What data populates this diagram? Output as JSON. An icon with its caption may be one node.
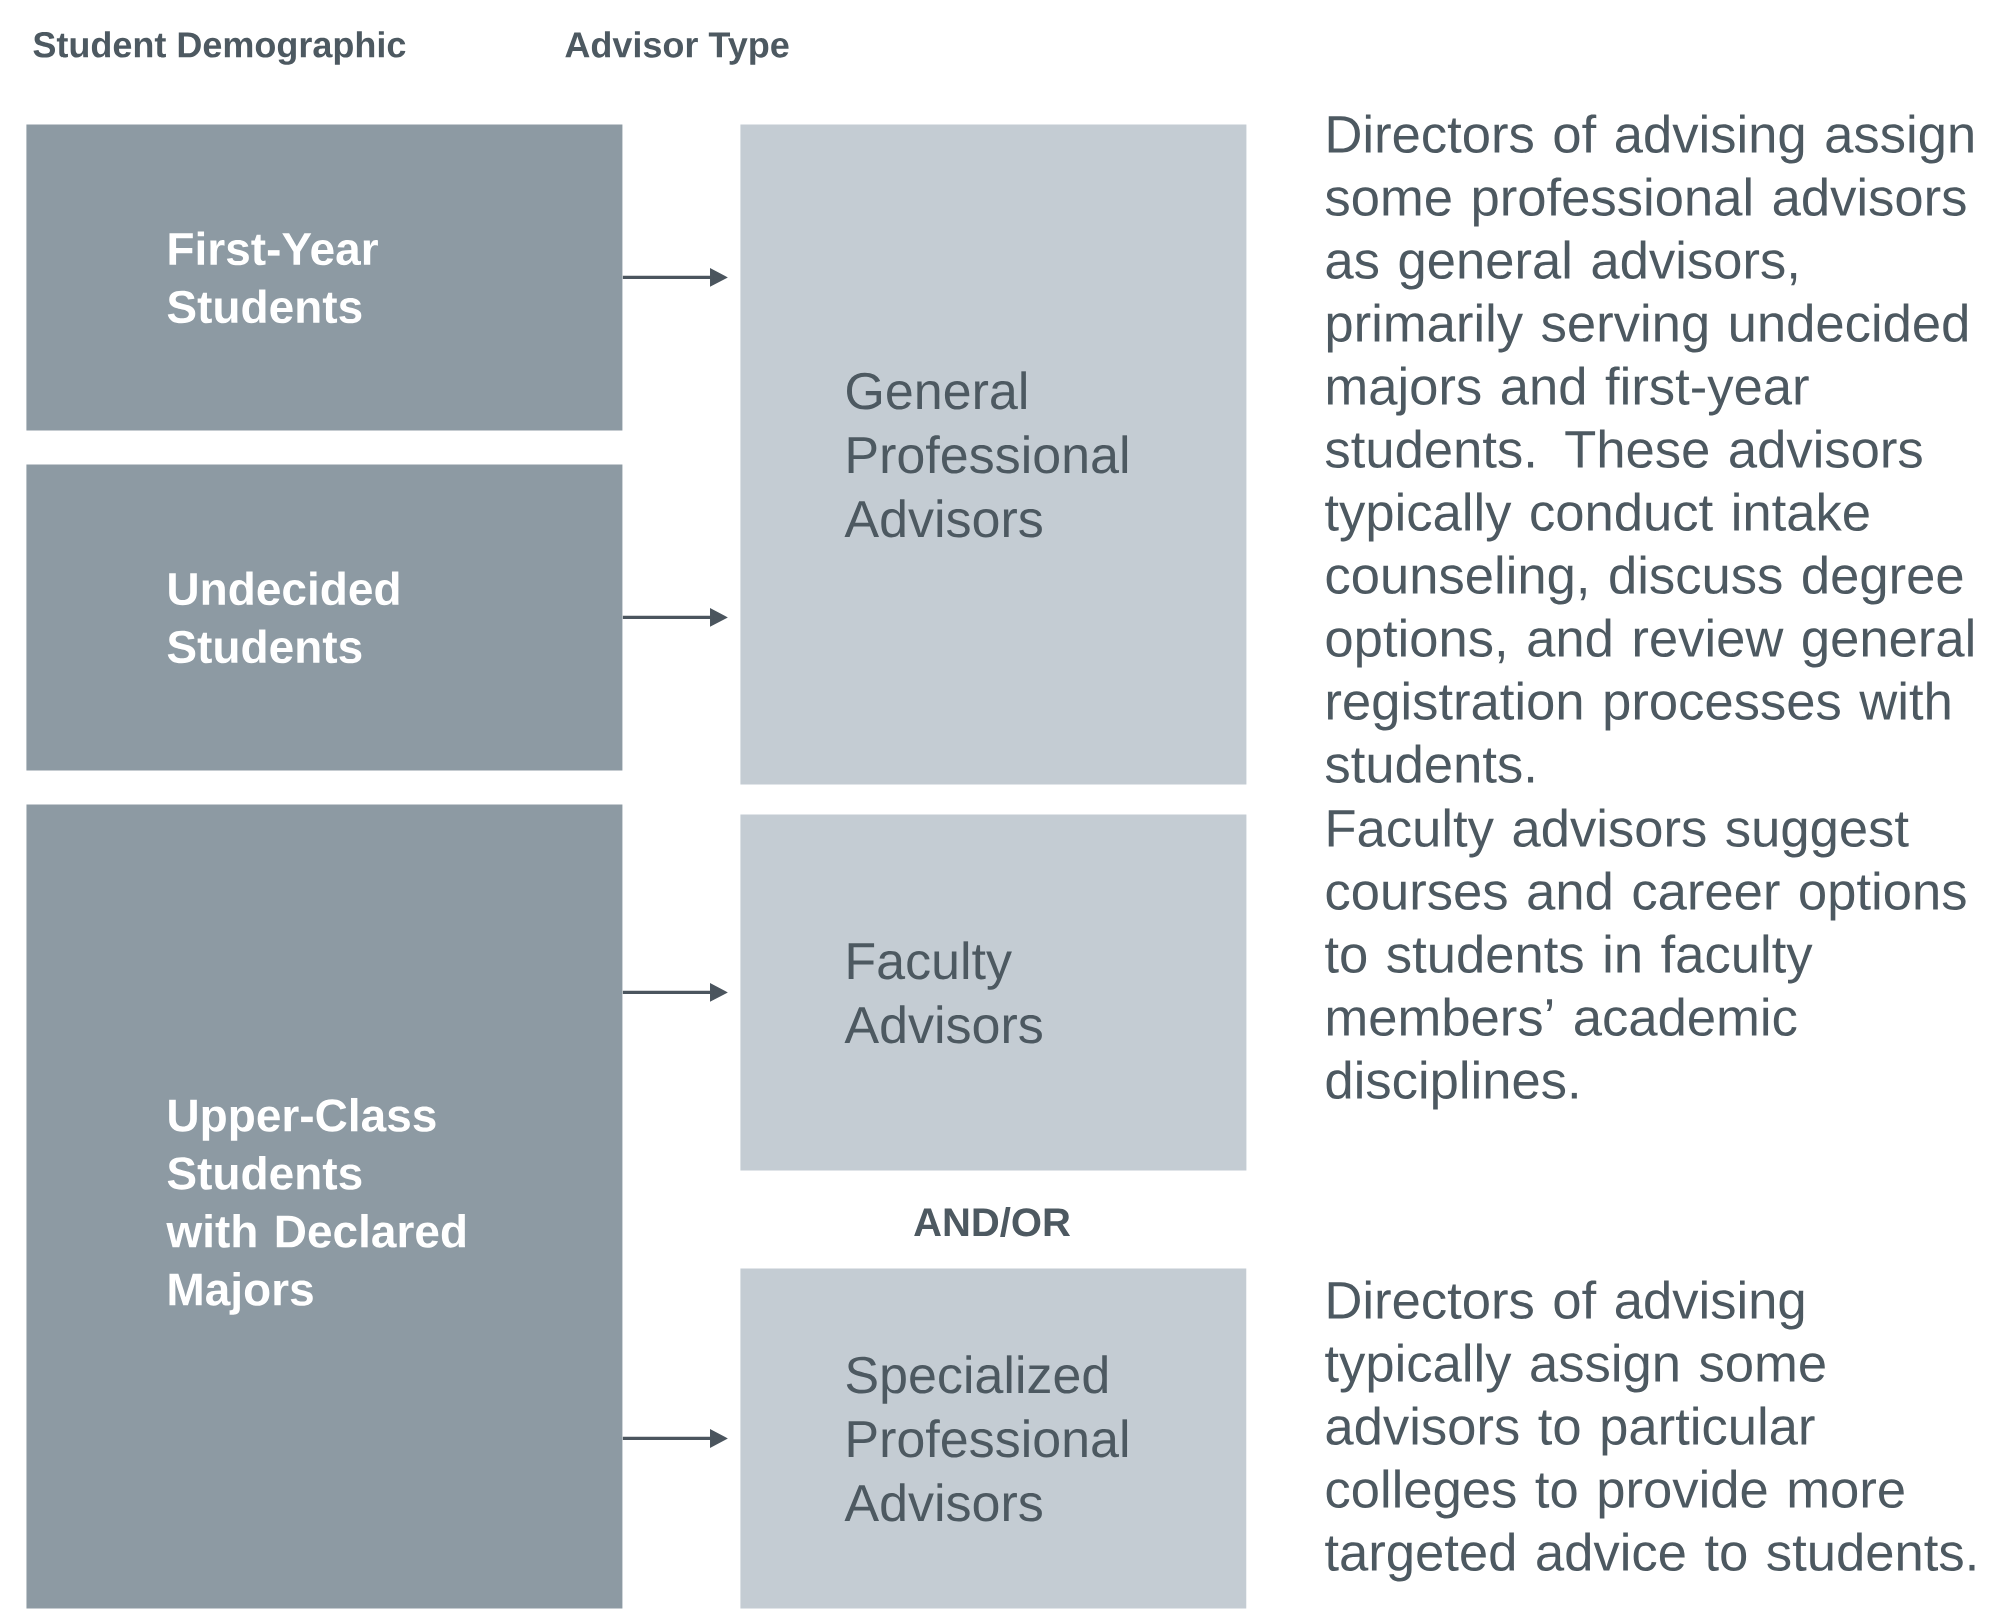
{
  "diagram": {
    "nodes": [
      {
        "text": [
          "First-Year Students"
        ]
      },
      {
        "text": [
          "Undecided Students"
        ]
      },
      {
        "text": [
          "Upper-Class Students with Declared Majors"
        ]
      },
      {
        "text": [
          "General Professional Advisors"
        ],
        "beside": [
          "Directors of advising assign some professional advisors as general advisors, primarily serving undecided majors and first-year students.  These advisors typically conduct intake counseling, discuss degree options, and review general registration processes with students."
        ]
      },
      {
        "text": [
          "Faculty Advisors"
        ],
        "beside": [
          "Faculty advisors suggest courses and career options to students in faculty members’ academic disciplines."
        ]
      },
      {
        "text": [
          "Specialized Professional Advisors"
        ],
        "beside": [
          "Directors of advising typically assign some advisors to particular colleges to provide more targeted advice to students."
        ]
      }
    ],
    "edges": [
      {
        "from": 0,
        "to": 3,
        "arrow": "to"
      },
      {
        "from": 1,
        "to": 3,
        "arrow": "to"
      },
      {
        "from": 2,
        "to": 4,
        "arrow": "to"
      },
      {
        "from": 2,
        "to": 5,
        "arrow": "to"
      }
    ],
    "labels": [
      "Student Demographic",
      "Advisor Type",
      "AND/OR"
    ]
  }
}
